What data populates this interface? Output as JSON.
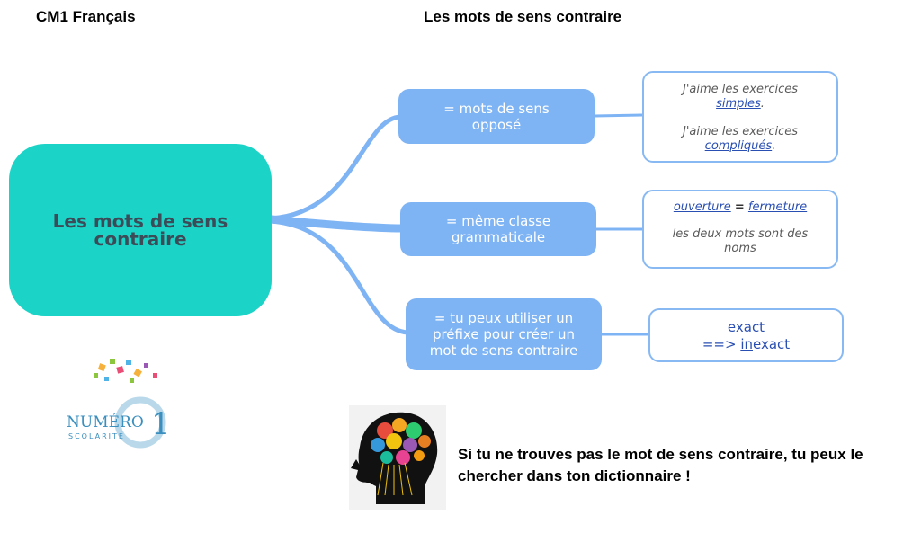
{
  "header": {
    "subject": "CM1 Français",
    "title": "Les mots de sens contraire"
  },
  "mindmap": {
    "central": "Les mots de sens contraire",
    "branches": [
      {
        "label": "= mots de sens opposé",
        "example": {
          "line1_prefix": "J'aime les exercices",
          "line1_word": "simples",
          "line1_suffix": ".",
          "line2_prefix": "J'aime les exercices",
          "line2_word": "compliqués",
          "line2_suffix": "."
        }
      },
      {
        "label": "= même classe grammaticale",
        "example": {
          "word1": "ouverture",
          "equals": "=",
          "word2": "fermeture",
          "note": "les deux mots sont des noms"
        }
      },
      {
        "label": "= tu peux utiliser un préfixe pour créer un mot de sens contraire",
        "example": {
          "word": "exact",
          "arrow": "==>",
          "prefix": "in",
          "rest": "exact"
        }
      }
    ]
  },
  "logo": {
    "text_main": "NUMÉRO",
    "text_digit": "1",
    "text_sub": "SCOLARITÉ"
  },
  "tip": {
    "text": "Si tu ne trouves pas le mot de sens contraire, tu peux le chercher dans ton dictionnaire !"
  },
  "colors": {
    "central": "#1bd3c6",
    "branch": "#7fb4f4",
    "leaf_border": "#88b9f3",
    "link": "#2a4fb2"
  }
}
